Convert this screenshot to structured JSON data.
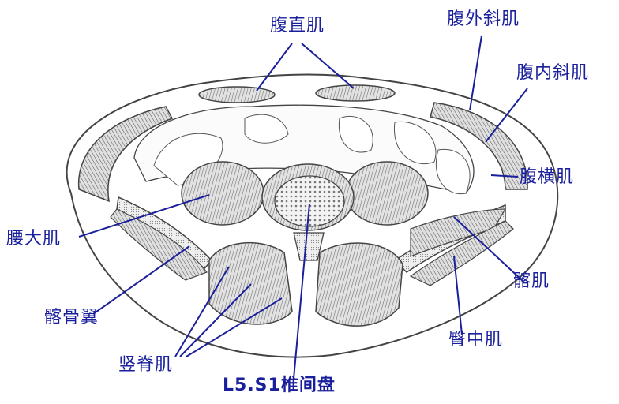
{
  "labels": {
    "rectus_abdominis": "腹直肌",
    "external_oblique": "腹外斜肌",
    "internal_oblique": "腹内斜肌",
    "transversus_abdominis": "腹横肌",
    "psoas_major": "腰大肌",
    "iliacus": "髂肌",
    "iliac_wing": "髂骨翼",
    "gluteus_medius": "臀中肌",
    "erector_spinae": "竖脊肌",
    "intervertebral_disc": "L5.S1椎间盘"
  },
  "colors": {
    "label_text": "#1a1f9c",
    "leader_line": "#1a1f9c",
    "outline": "#444444",
    "muscle_fill": "#b8b8b8"
  }
}
